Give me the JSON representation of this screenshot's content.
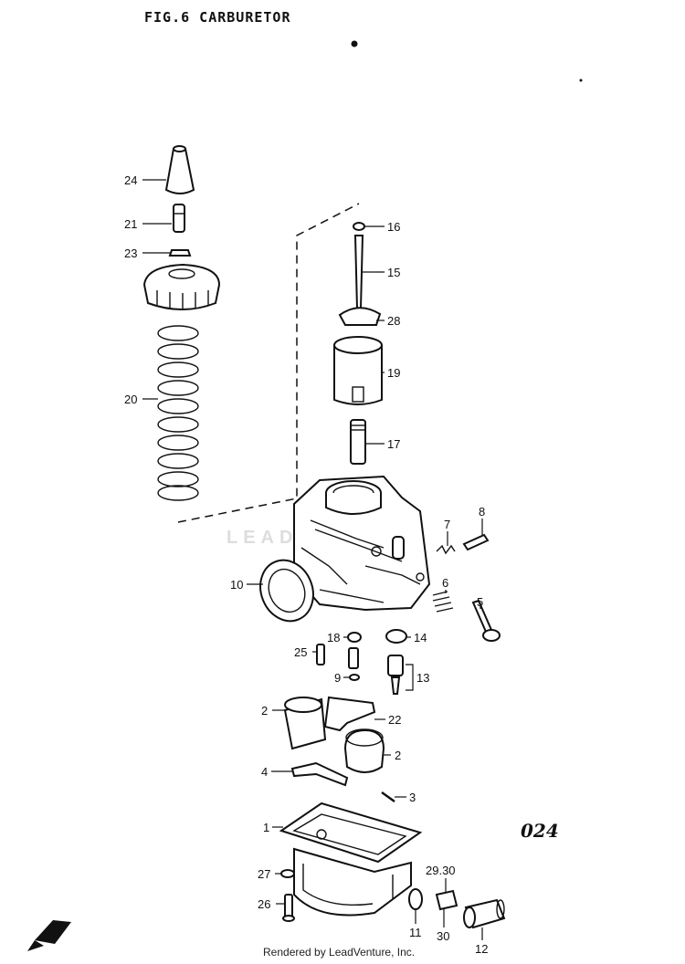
{
  "header": {
    "title": "FIG.6  CARBURETOR"
  },
  "watermark": "LEADVENTURE",
  "page_code": "024",
  "footer": "Rendered by LeadVenture, Inc.",
  "callouts": {
    "c24": "24",
    "c21": "21",
    "c23": "23",
    "c20": "20",
    "c16": "16",
    "c15": "15",
    "c28": "28",
    "c19": "19",
    "c17": "17",
    "c8": "8",
    "c7": "7",
    "c10": "10",
    "c6": "6",
    "c5": "5",
    "c18": "18",
    "c14": "14",
    "c25": "25",
    "c9": "9",
    "c13": "13",
    "c2a": "2",
    "c22": "22",
    "c2b": "2",
    "c4": "4",
    "c3": "3",
    "c1": "1",
    "c27": "27",
    "c26": "26",
    "c2930": "29.30",
    "c11": "11",
    "c30": "30",
    "c12": "12"
  }
}
